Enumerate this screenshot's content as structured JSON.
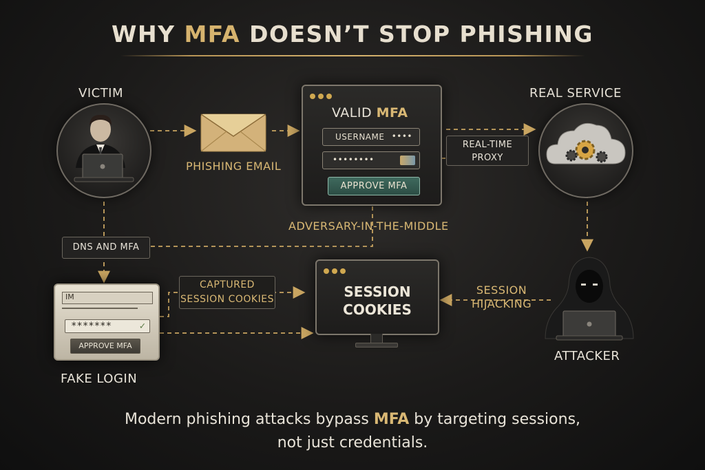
{
  "title": {
    "prefix": "WHY ",
    "accent": "MFA",
    "suffix": " DOESN’T STOP PHISHING"
  },
  "victim": {
    "label": "VICTIM",
    "icon": "person-laptop-icon"
  },
  "phishing_email": {
    "label": "PHISHING EMAIL",
    "icon": "envelope-icon"
  },
  "mfa_window": {
    "heading_prefix": "VALID ",
    "heading_accent": "MFA",
    "username_label": "USERNAME",
    "username_dots": "••••",
    "password_dots": "••••••••",
    "approve_button": "APPROVE MFA"
  },
  "real_service": {
    "label": "REAL SERVICE",
    "icon": "cloud-gears-icon"
  },
  "proxy": {
    "line1": "REAL-TIME",
    "line2": "PROXY"
  },
  "aitm": {
    "label": "ADVERSARY-IN-THE-MIDDLE"
  },
  "dns_mfa": {
    "label": "DNS AND MFA"
  },
  "captured": {
    "line1": "CAPTURED",
    "line2": "SESSION COOKIES"
  },
  "session_window": {
    "line1": "SESSION",
    "line2": "COOKIES"
  },
  "hijacking": {
    "line1": "SESSION",
    "line2": "HIJACKING"
  },
  "attacker": {
    "label": "ATTACKER",
    "icon": "hooded-attacker-icon"
  },
  "fake_login": {
    "label": "FAKE LOGIN",
    "header": "IM",
    "password_stars": "*******",
    "approve_button": "APPROVE MFA"
  },
  "caption": {
    "line1_prefix": "Modern phishing attacks bypass ",
    "line1_accent": "MFA",
    "line1_suffix": " by targeting sessions,",
    "line2": "not just credentials."
  },
  "colors": {
    "accent": "#d6b36e",
    "background": "#1b1a19",
    "button_green": "#3f6a5e"
  }
}
